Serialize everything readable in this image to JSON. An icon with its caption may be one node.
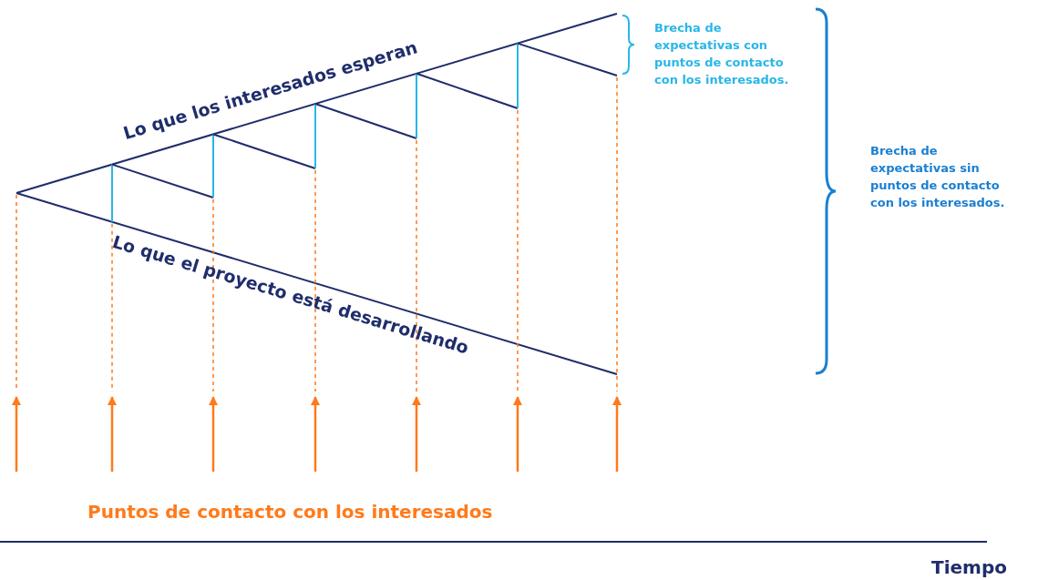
{
  "diagram": {
    "labels": [
      "Lo que los interesados esperan",
      "Brecha de expectativas con puntos de contacto con los interesados.",
      "Brecha de expectativas sin puntos de contacto con los interesados.",
      "Lo que el proyecto está desarrollando",
      "Puntos de contacto con los interesados",
      "Tiempo"
    ]
  }
}
